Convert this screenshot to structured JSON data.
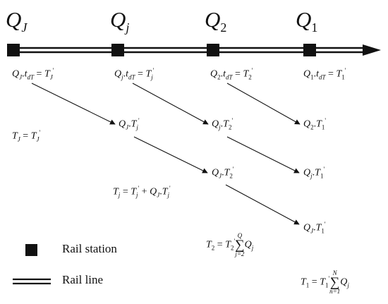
{
  "stations": [
    {
      "label": "Q",
      "sub": "J"
    },
    {
      "label": "Q",
      "sub": "j"
    },
    {
      "label": "Q",
      "sub": "2"
    },
    {
      "label": "Q",
      "sub": "1"
    }
  ],
  "departure_eqs": [
    {
      "q": "Q",
      "qs": "J",
      "t": "t",
      "ts": "dT",
      "r": "T",
      "rs": "J",
      "rp": "'"
    },
    {
      "q": "Q",
      "qs": "j",
      "t": "t",
      "ts": "dT",
      "r": "T",
      "rs": "j",
      "rp": "'"
    },
    {
      "q": "Q",
      "qs": "2",
      "t": "t",
      "ts": "dT",
      "r": "T",
      "rs": "2",
      "rp": "'"
    },
    {
      "q": "Q",
      "qs": "1",
      "t": "t",
      "ts": "dT",
      "r": "T",
      "rs": "1",
      "rp": "'"
    }
  ],
  "products": [
    {
      "q": "Q",
      "qs": "J",
      "t": "T",
      "ts": "j",
      "tp": "'"
    },
    {
      "q": "Q",
      "qs": "j",
      "t": "T",
      "ts": "2",
      "tp": "'"
    },
    {
      "q": "Q",
      "qs": "2",
      "t": "T",
      "ts": "1",
      "tp": "'"
    },
    {
      "q": "Q",
      "qs": "J",
      "t": "T",
      "ts": "2",
      "tp": "'"
    },
    {
      "q": "Q",
      "qs": "j",
      "t": "T",
      "ts": "1",
      "tp": "'"
    },
    {
      "q": "Q",
      "qs": "J",
      "t": "T",
      "ts": "1",
      "tp": "'"
    }
  ],
  "totals": {
    "tJ": {
      "lhs": "T",
      "lhs_sub": "J",
      "eq": "=",
      "rhs": "T",
      "rhs_sub": "J",
      "rhs_sup": "'"
    },
    "tj": {
      "lhs": "T",
      "lhs_sub": "j",
      "eq": "=",
      "a": "T",
      "a_sub": "j",
      "a_sup": "'",
      "plus": "+",
      "q": "Q",
      "q_sub": "J",
      "b": "T",
      "b_sub": "j",
      "b_sup": "'"
    },
    "t2": {
      "lhs": "T",
      "lhs_sub": "2",
      "eq": "=",
      "a": "T",
      "a_sub": "2",
      "a_sup": "'",
      "sum_top": "Q",
      "sum_sym": "∑",
      "sum_bot": "j=2",
      "q": "Q",
      "q_sub": "j"
    },
    "t1": {
      "lhs": "T",
      "lhs_sub": "1",
      "eq": "=",
      "a": "T",
      "a_sub": "1",
      "a_sup": "'",
      "sum_top": "N",
      "sum_sym": "∑",
      "sum_bot": "n=1",
      "q": "Q",
      "q_sub": "j"
    }
  },
  "legend": {
    "station_label": "Rail station",
    "line_label": "Rail line"
  }
}
